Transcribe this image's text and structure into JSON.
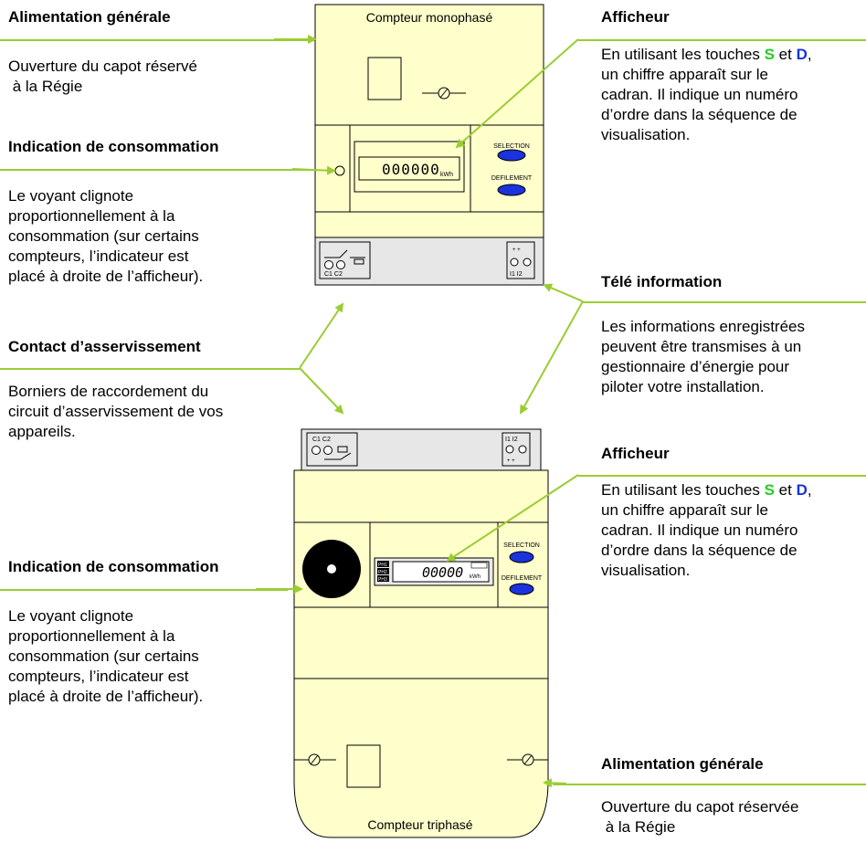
{
  "left": {
    "alim_title": "Alimentation générale",
    "alim_text_1": "Ouverture du capot réservé",
    "alim_text_2": " à la Régie",
    "conso1_title": "Indication de consommation",
    "conso1_lines": [
      "Le voyant clignote",
      "proportionnellement à la",
      "consommation (sur certains",
      "compteurs, l’indicateur est",
      "placé à droite de l’afficheur)."
    ],
    "contact_title": "Contact d’asservissement",
    "contact_lines": [
      "Borniers de raccordement du",
      "circuit d’asservissement de vos",
      "appareils."
    ],
    "conso2_title": "Indication de consommation",
    "conso2_lines": [
      "Le voyant clignote",
      "proportionnellement à la",
      "consommation (sur certains",
      "compteurs, l’indicateur est",
      "placé à droite de l’afficheur)."
    ]
  },
  "right": {
    "afficheur1_title": "Afficheur",
    "afficheur_intro": "En utilisant les touches ",
    "afficheur_s": "S",
    "afficheur_et": " et ",
    "afficheur_d": "D",
    "afficheur_comma": ",",
    "afficheur_lines": [
      "un chiffre apparaît sur le",
      "cadran. Il indique un numéro",
      "d’ordre dans la séquence de",
      "visualisation."
    ],
    "tele_title": "Télé information",
    "tele_lines": [
      "Les informations enregistrées",
      "peuvent être transmises à un",
      "gestionnaire d’énergie pour",
      "piloter votre installation."
    ],
    "afficheur2_title": "Afficheur",
    "alim2_title": "Alimentation générale",
    "alim2_text_1": "Ouverture du capot réservée",
    "alim2_text_2": " à la Régie"
  },
  "mono": {
    "label": "Compteur monophasé",
    "display": "000000",
    "unit": "kWh",
    "btn_selection": "SELECTION",
    "btn_defilement": "DEFILEMENT",
    "term_left": "C1 C2",
    "term_right": "I1  I2"
  },
  "tri": {
    "label": "Compteur triphasé",
    "display": "00000",
    "unit": "kWh",
    "phases": [
      "PH1",
      "PH2",
      "PH3"
    ],
    "btn_selection": "SELECTION",
    "btn_defilement": "DEFILEMENT",
    "term_left": "C1 C2",
    "term_right": "I1  I2"
  },
  "colors": {
    "meter_fill": "#ffffcc",
    "terminal_fill": "#e7e7e7",
    "button_fill": "#1a33dd",
    "arrow": "#9acd32",
    "s_key": "#22cc22",
    "d_key": "#1a33dd"
  }
}
